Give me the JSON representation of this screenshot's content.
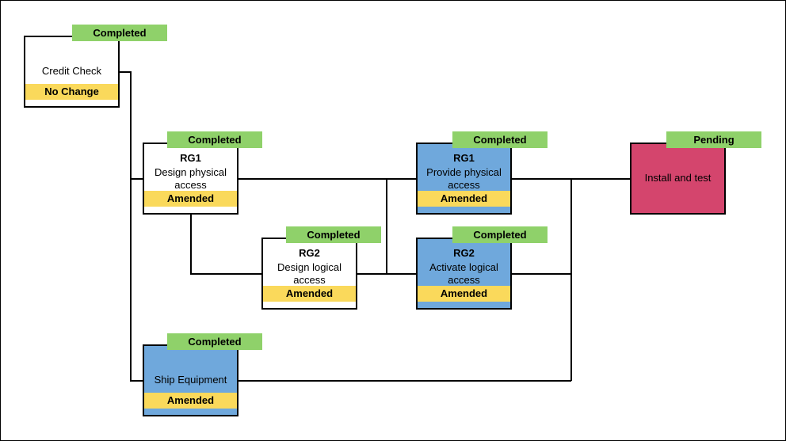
{
  "colors": {
    "status_green": "#8fd16a",
    "change_yellow": "#fad95b",
    "box_blue": "#6fa8dc",
    "box_white": "#ffffff",
    "box_red": "#d4456d",
    "line": "#000000"
  },
  "nodes": {
    "credit_check": {
      "name": "Credit Check",
      "status": "Completed",
      "change": "No Change"
    },
    "design_physical": {
      "code": "RG1",
      "name": "Design physical access",
      "status": "Completed",
      "change": "Amended"
    },
    "design_logical": {
      "code": "RG2",
      "name": "Design logical access",
      "status": "Completed",
      "change": "Amended"
    },
    "provide_physical": {
      "code": "RG1",
      "name": "Provide physical access",
      "status": "Completed",
      "change": "Amended"
    },
    "activate_logical": {
      "code": "RG2",
      "name": "Activate logical access",
      "status": "Completed",
      "change": "Amended"
    },
    "ship_equipment": {
      "name": "Ship Equipment",
      "status": "Completed",
      "change": "Amended"
    },
    "install_test": {
      "name": "Install and test",
      "status": "Pending"
    }
  }
}
